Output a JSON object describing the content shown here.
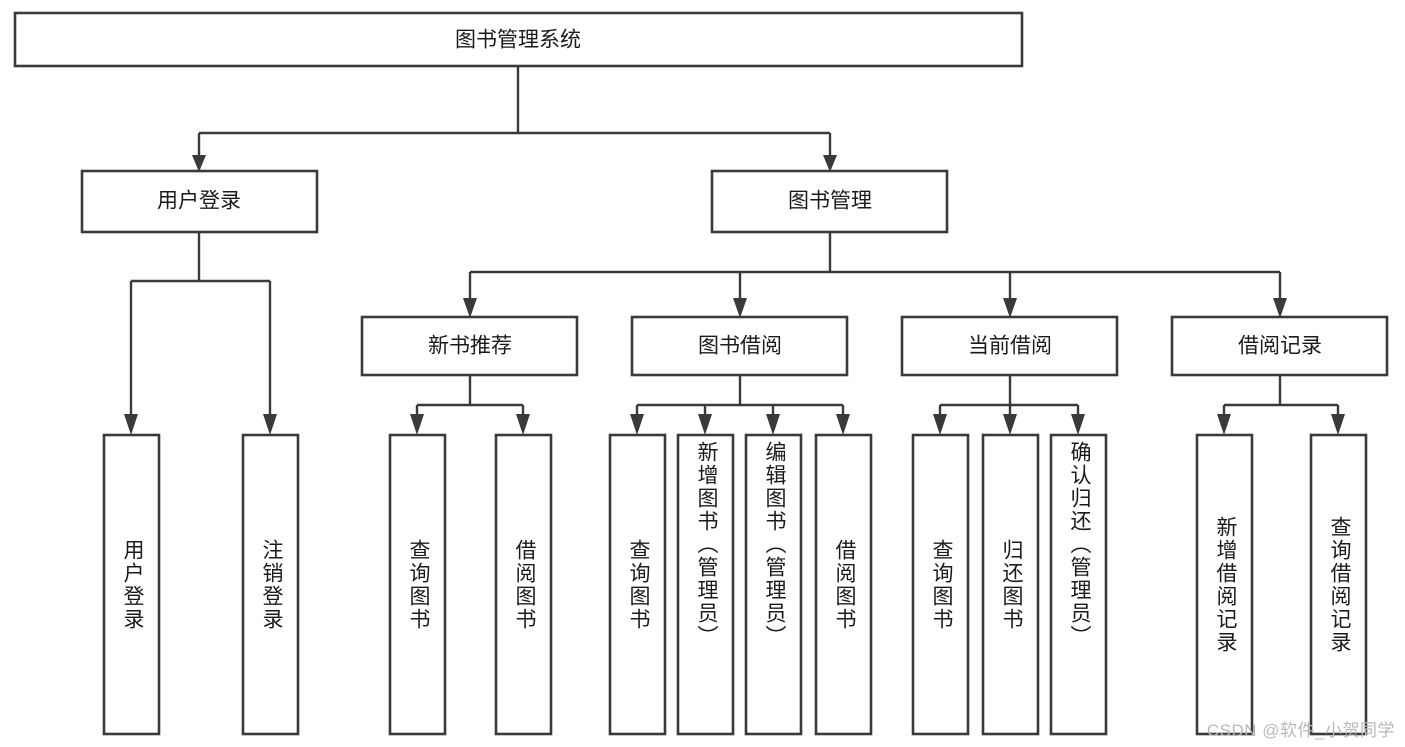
{
  "diagram": {
    "type": "hierarchy-tree",
    "title": "图书管理系统",
    "watermark": "CSDN @软件_小贺同学",
    "colors": {
      "background": "#ffffff",
      "box_stroke": "#3a3a3a",
      "box_fill": "#ffffff",
      "text": "#1b1b1b",
      "watermark": "#b9b9b9"
    },
    "levels": {
      "root": {
        "label": "图书管理系统"
      },
      "level2": [
        {
          "id": "user-login",
          "label": "用户登录"
        },
        {
          "id": "book-manage",
          "label": "图书管理"
        }
      ],
      "level3": [
        {
          "id": "new-book-recommend",
          "label": "新书推荐",
          "parent": "book-manage"
        },
        {
          "id": "book-borrow",
          "label": "图书借阅",
          "parent": "book-manage"
        },
        {
          "id": "current-borrow",
          "label": "当前借阅",
          "parent": "book-manage"
        },
        {
          "id": "borrow-record",
          "label": "借阅记录",
          "parent": "book-manage"
        }
      ],
      "leaves": [
        {
          "id": "leaf-user-login",
          "label": "用户登录",
          "parent": "user-login"
        },
        {
          "id": "leaf-logout",
          "label": "注销登录",
          "parent": "user-login"
        },
        {
          "id": "leaf-query-book-1",
          "label": "查询图书",
          "parent": "new-book-recommend"
        },
        {
          "id": "leaf-borrow-book-1",
          "label": "借阅图书",
          "parent": "new-book-recommend"
        },
        {
          "id": "leaf-query-book-2",
          "label": "查询图书",
          "parent": "book-borrow"
        },
        {
          "id": "leaf-add-book",
          "label": "新增图书（管理员）",
          "parent": "book-borrow"
        },
        {
          "id": "leaf-edit-book",
          "label": "编辑图书（管理员）",
          "parent": "book-borrow"
        },
        {
          "id": "leaf-borrow-book-2",
          "label": "借阅图书",
          "parent": "book-borrow"
        },
        {
          "id": "leaf-query-book-3",
          "label": "查询图书",
          "parent": "current-borrow"
        },
        {
          "id": "leaf-return-book",
          "label": "归还图书",
          "parent": "current-borrow"
        },
        {
          "id": "leaf-confirm-return",
          "label": "确认归还（管理员）",
          "parent": "current-borrow"
        },
        {
          "id": "leaf-add-record",
          "label": "新增借阅记录",
          "parent": "borrow-record"
        },
        {
          "id": "leaf-query-record",
          "label": "查询借阅记录",
          "parent": "borrow-record"
        }
      ]
    }
  }
}
